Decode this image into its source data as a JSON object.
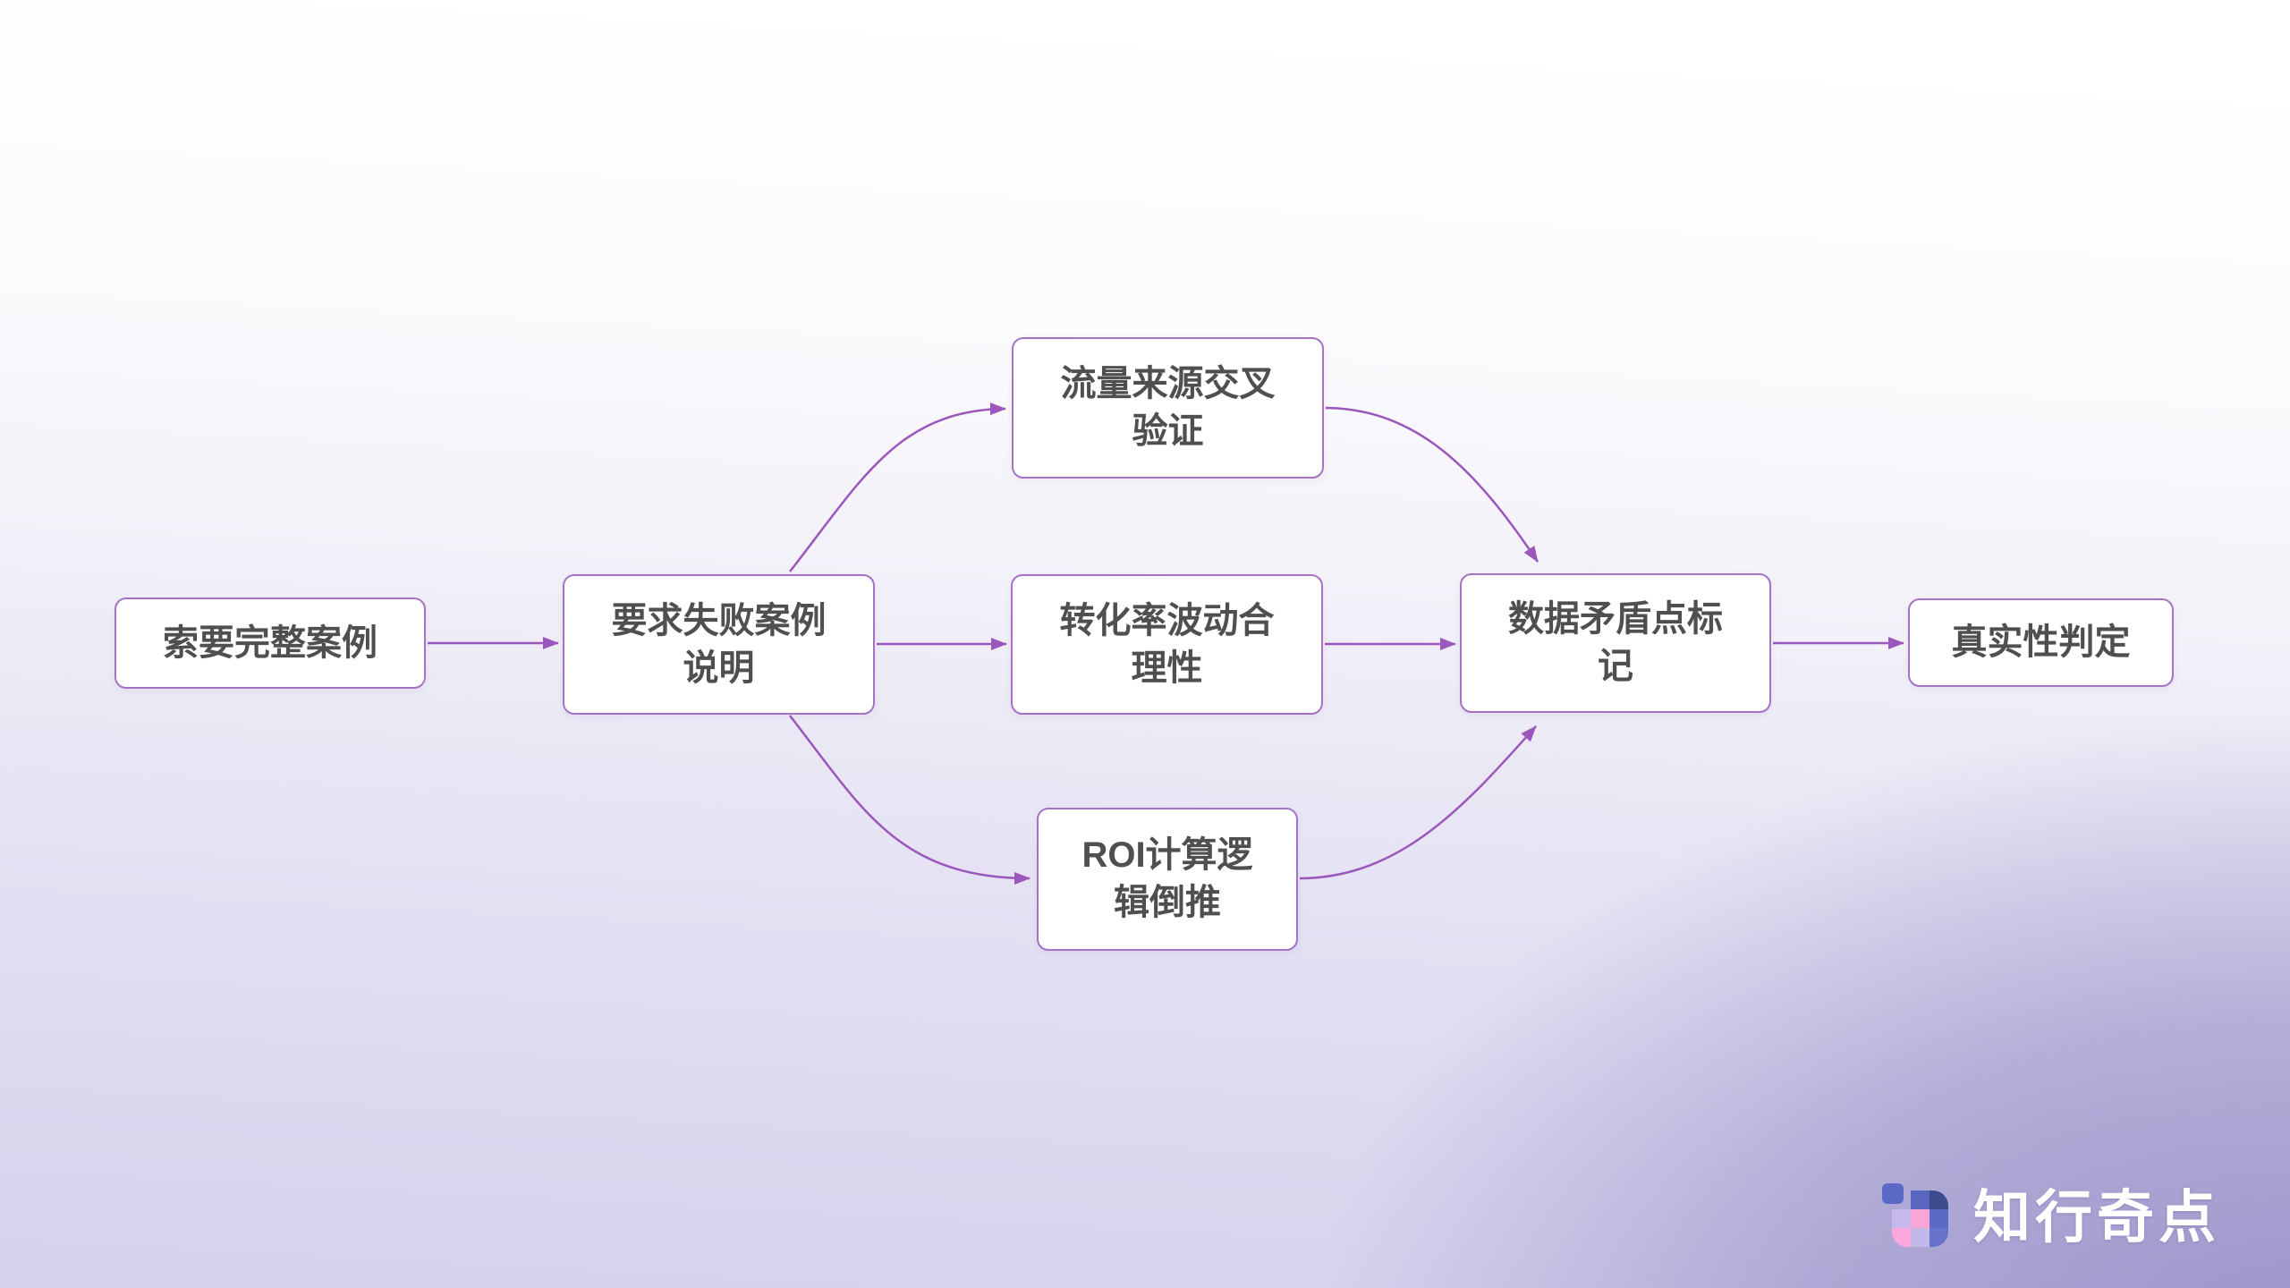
{
  "background": {
    "top_color": "#ffffff",
    "bottom_left_color": "#d5d1ec",
    "bottom_right_color": "#9a92c8"
  },
  "flowchart": {
    "node_fill": "#ffffff",
    "node_border_color": "#a673c4",
    "node_text_color": "#4f4f4f",
    "connector_color": "#9b57bb",
    "nodes": [
      {
        "id": "request-full-case",
        "label": "索要完整案例"
      },
      {
        "id": "require-failure-case-explanation",
        "label": "要求失败案例说明"
      },
      {
        "id": "traffic-source-cross-validation",
        "label": "流量来源交叉验证"
      },
      {
        "id": "conversion-rate-fluctuation-reasonableness",
        "label": "转化率波动合理性"
      },
      {
        "id": "roi-calculation-logic-reverse",
        "label": "ROI计算逻辑倒推"
      },
      {
        "id": "data-contradiction-marking",
        "label": "数据矛盾点标记"
      },
      {
        "id": "authenticity-judgment",
        "label": "真实性判定"
      }
    ],
    "edges": [
      {
        "from": "request-full-case",
        "to": "require-failure-case-explanation"
      },
      {
        "from": "require-failure-case-explanation",
        "to": "traffic-source-cross-validation"
      },
      {
        "from": "require-failure-case-explanation",
        "to": "conversion-rate-fluctuation-reasonableness"
      },
      {
        "from": "require-failure-case-explanation",
        "to": "roi-calculation-logic-reverse"
      },
      {
        "from": "traffic-source-cross-validation",
        "to": "data-contradiction-marking"
      },
      {
        "from": "conversion-rate-fluctuation-reasonableness",
        "to": "data-contradiction-marking"
      },
      {
        "from": "roi-calculation-logic-reverse",
        "to": "data-contradiction-marking"
      },
      {
        "from": "data-contradiction-marking",
        "to": "authenticity-judgment"
      }
    ]
  },
  "brand": {
    "name": "知行奇点",
    "text_color": "#ffffff",
    "tile_detached_color": "#5b69c4",
    "tile_grid_colors": [
      "transparent",
      "#5866bf",
      "#3d4a8e",
      "#c4b9ea",
      "#f9a6d7",
      "#5d6ac4",
      "#fda8dc",
      "#c3b8ea",
      "#6874cc"
    ]
  }
}
